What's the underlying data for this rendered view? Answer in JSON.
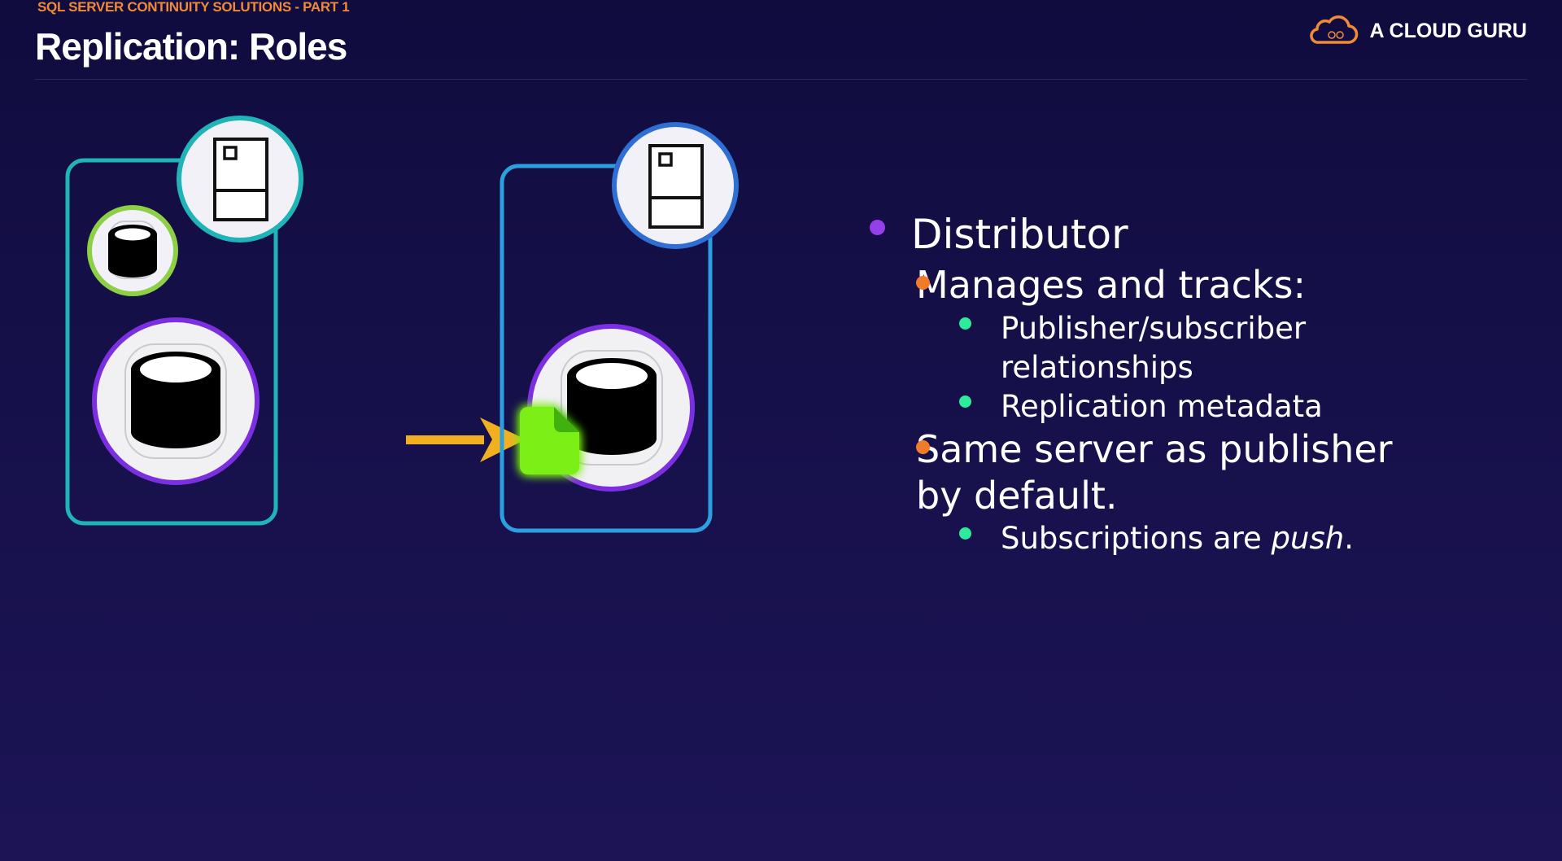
{
  "header": {
    "eyebrow": "SQL SERVER CONTINUITY SOLUTIONS - PART 1",
    "title": "Replication: Roles"
  },
  "brand": {
    "name": "A CLOUD GURU",
    "logo_icon": "cloud-logo-icon"
  },
  "colors": {
    "background": "#16104a",
    "eyebrow": "#f08a38",
    "teal_frame": "#20b4b8",
    "blue_frame": "#2b9fe0",
    "purple_ring": "#7b2fe0",
    "green_ring": "#8dcf45",
    "arrow": "#f0b020",
    "doc": "#7cf018",
    "bullet_l1": "#9440ea",
    "bullet_l2": "#f07c2a",
    "bullet_l3": "#2eea9a"
  },
  "diagram": {
    "left_group": [
      "server-icon",
      "small-database-icon",
      "database-icon"
    ],
    "right_group": [
      "server-icon",
      "database-icon",
      "document-icon"
    ],
    "connector": "arrow-right-icon"
  },
  "bullets": {
    "l1_distributor": "Distributor",
    "l2_manages": "Manages and tracks:",
    "l3_pubsub": "Publisher/subscriber relationships",
    "l3_metadata": "Replication metadata",
    "l2_same_server": "Same server as publisher by default.",
    "l3_subscriptions_prefix": "Subscriptions are ",
    "l3_subscriptions_em": "push",
    "l3_subscriptions_suffix": "."
  }
}
